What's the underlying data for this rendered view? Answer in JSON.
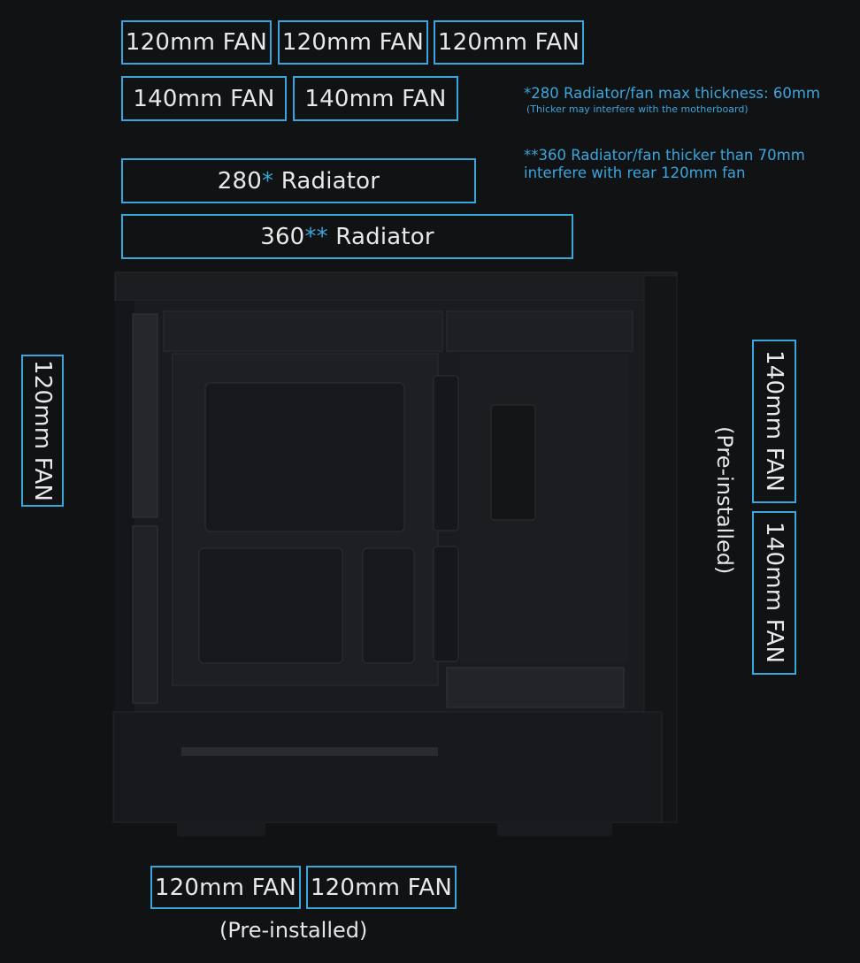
{
  "top_fans": {
    "row1": [
      "120mm FAN",
      "120mm FAN",
      "120mm FAN"
    ],
    "row2": [
      "140mm FAN",
      "140mm FAN"
    ]
  },
  "radiators": {
    "r280_num": "280",
    "r280_star": "*",
    "r280_label": " Radiator",
    "r360_num": "360",
    "r360_star": "**",
    "r360_label": " Radiator"
  },
  "notes": {
    "note1_line1": "*280 Radiator/fan max thickness: 60mm",
    "note1_line2": "(Thicker may interfere with the motherboard)",
    "note2_line1": "**360 Radiator/fan thicker than 70mm",
    "note2_line2": "interfere with rear 120mm fan"
  },
  "rear_fan": "120mm FAN",
  "front_fans": {
    "fan1": "140mm FAN",
    "fan2": "140mm FAN",
    "caption": "(Pre-installed)"
  },
  "bottom_fans": {
    "fan1": "120mm FAN",
    "fan2": "120mm FAN",
    "caption": "(Pre-installed)"
  },
  "colors": {
    "background": "#111214",
    "accent": "#3aa6dd",
    "text": "#e6e6e6"
  }
}
